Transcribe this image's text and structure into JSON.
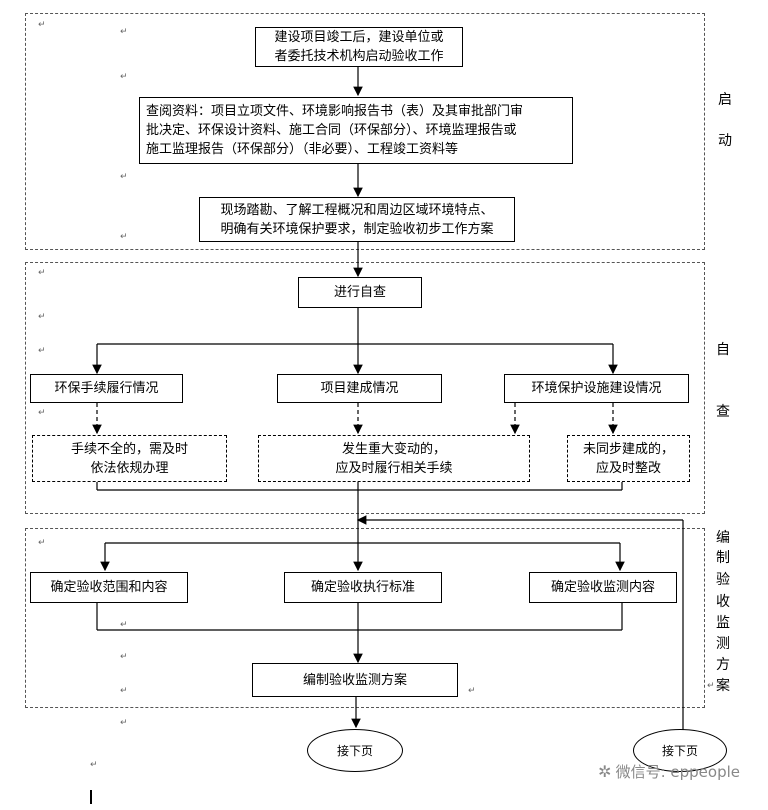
{
  "stages": {
    "start": [
      "启",
      "动"
    ],
    "selfcheck": [
      "自",
      "查"
    ],
    "plan": [
      "编",
      "制",
      "验",
      "收",
      "监",
      "测",
      "方",
      "案"
    ]
  },
  "start": {
    "box1": "建设项目竣工后，建设单位或\n者委托技术机构启动验收工作",
    "box2": "查阅资料：项目立项文件、环境影响报告书（表）及其审批部门审\n批决定、环保设计资料、施工合同（环保部分）、环境监理报告或\n施工监理报告（环保部分）（非必要）、工程竣工资料等",
    "box3": "现场踏勘、了解工程概况和周边区域环境特点、\n明确有关环境保护要求，制定验收初步工作方案"
  },
  "selfcheck": {
    "main": "进行自查",
    "col1": "环保手续履行情况",
    "col2": "项目建成情况",
    "col3": "环境保护设施建设情况",
    "issue1": "手续不全的，需及时\n依法依规办理",
    "issue2": "发生重大变动的，\n应及时履行相关手续",
    "issue3": "未同步建成的，\n应及时整改"
  },
  "plan": {
    "col1": "确定验收范围和内容",
    "col2": "确定验收执行标准",
    "col3": "确定验收监测内容",
    "final": "编制验收监测方案"
  },
  "next": {
    "left": "接下页",
    "right": "接下页"
  },
  "watermark": "微信号: eppeople",
  "return_mark": "↵"
}
